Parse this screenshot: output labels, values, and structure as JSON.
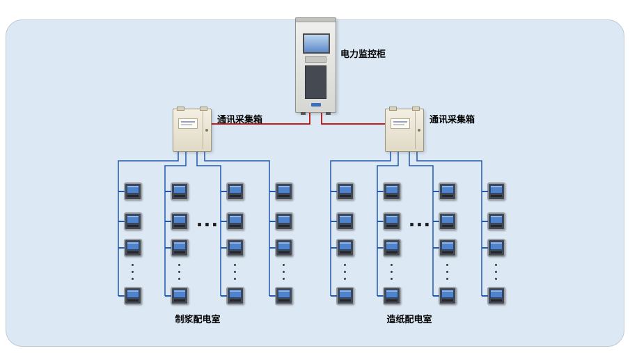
{
  "cabinet": {
    "label": "电力监控柜"
  },
  "collectors": {
    "left": "通讯采集箱",
    "right": "通讯采集箱"
  },
  "rooms": {
    "left": "制浆配电室",
    "right": "造纸配电室"
  },
  "ellipsis": "...",
  "colors": {
    "panel_bg": "#dce9f5",
    "blue_line": "#2059ae",
    "red_line": "#bf0000",
    "meter_screen": "#4f83cc"
  },
  "grid": {
    "columns_per_group": 4,
    "meter_rows_shown": 4,
    "rows_before_ellipsis": 3
  }
}
